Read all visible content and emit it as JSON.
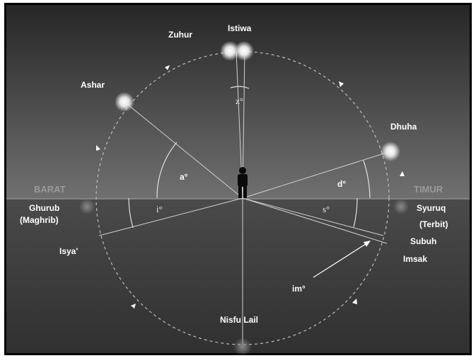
{
  "directions": {
    "west": "BARAT",
    "east": "TIMUR"
  },
  "positions": {
    "zuhur": "Zuhur",
    "istiwa": "Istiwa",
    "ashar": "Ashar",
    "dhuha": "Dhuha",
    "ghurub": "Ghurub",
    "maghrib": "(Maghrib)",
    "isya": "Isya'",
    "syuruq": "Syuruq",
    "terbit": "(Terbit)",
    "subuh": "Subuh",
    "imsak": "Imsak",
    "nisfu_lail": "Nisfu Lail"
  },
  "angles": {
    "zenith": "z°",
    "ashar": "a°",
    "dhuha": "d°",
    "isya": "i°",
    "subuh": "s°",
    "imsak": "im°"
  },
  "colors": {
    "sky_top": "#2a2a2a",
    "sky_bottom": "#6e6e6e",
    "ground": "#3a3a3a",
    "orbit": "#bdbdbd",
    "sun": "#f2f2f2"
  }
}
